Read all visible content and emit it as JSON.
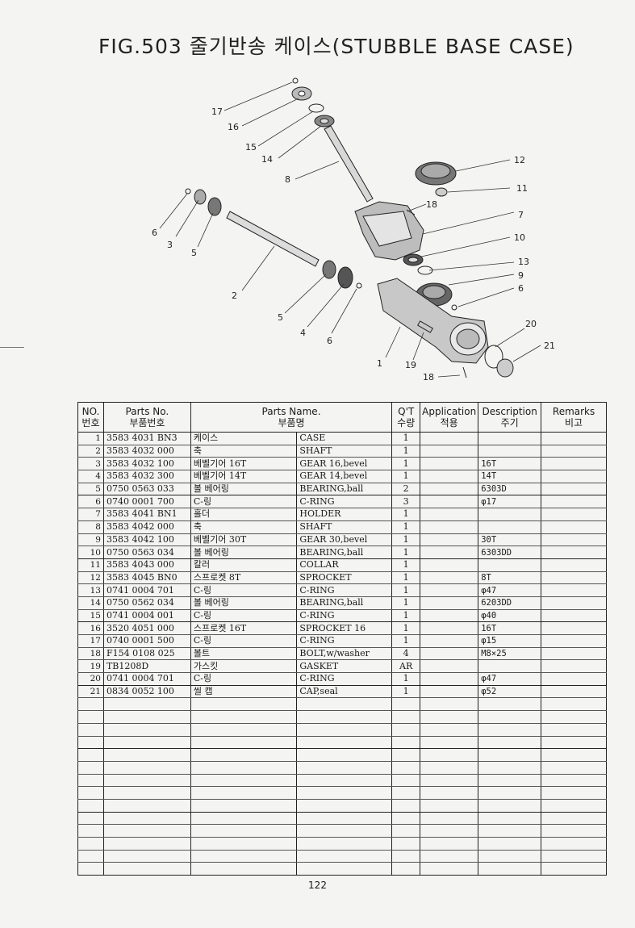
{
  "title": "FIG.503 줄기반송 케이스(STUBBLE BASE CASE)",
  "diagram": {
    "callouts": [
      "17",
      "16",
      "15",
      "14",
      "8",
      "12",
      "11",
      "18",
      "7",
      "10",
      "13",
      "9",
      "6",
      "20",
      "21",
      "1",
      "19",
      "18",
      "6",
      "3",
      "5",
      "2",
      "5",
      "4",
      "6"
    ]
  },
  "table": {
    "headers": {
      "no": [
        "NO.",
        "번호"
      ],
      "parts_no": [
        "Parts No.",
        "부품번호"
      ],
      "parts_name": [
        "Parts Name.",
        "부품명"
      ],
      "qty": [
        "Q'T",
        "수량"
      ],
      "application": [
        "Application",
        "적용"
      ],
      "description": [
        "Description",
        "주기"
      ],
      "remarks": [
        "Remarks",
        "비고"
      ]
    },
    "rows": [
      {
        "no": "1",
        "part_no": "3583 4031 BN3",
        "name_kr": "케이스",
        "name_en": "CASE",
        "qty": "1",
        "desc": ""
      },
      {
        "no": "2",
        "part_no": "3583 4032 000",
        "name_kr": "축",
        "name_en": "SHAFT",
        "qty": "1",
        "desc": ""
      },
      {
        "no": "3",
        "part_no": "3583 4032 100",
        "name_kr": "베벨기어 16T",
        "name_en": "GEAR 16,bevel",
        "qty": "1",
        "desc": "16T"
      },
      {
        "no": "4",
        "part_no": "3583 4032 300",
        "name_kr": "베벨기어 14T",
        "name_en": "GEAR 14,bevel",
        "qty": "1",
        "desc": "14T"
      },
      {
        "no": "5",
        "part_no": "0750 0563 033",
        "name_kr": "볼 베어링",
        "name_en": "BEARING,ball",
        "qty": "2",
        "desc": "6303D"
      },
      {
        "no": "6",
        "part_no": "0740 0001 700",
        "name_kr": "C-링",
        "name_en": "C-RING",
        "qty": "3",
        "desc": "φ17"
      },
      {
        "no": "7",
        "part_no": "3583 4041 BN1",
        "name_kr": "홀더",
        "name_en": "HOLDER",
        "qty": "1",
        "desc": ""
      },
      {
        "no": "8",
        "part_no": "3583 4042 000",
        "name_kr": "축",
        "name_en": "SHAFT",
        "qty": "1",
        "desc": ""
      },
      {
        "no": "9",
        "part_no": "3583 4042 100",
        "name_kr": "베벨기어 30T",
        "name_en": "GEAR 30,bevel",
        "qty": "1",
        "desc": "30T"
      },
      {
        "no": "10",
        "part_no": "0750 0563 034",
        "name_kr": "볼 베어링",
        "name_en": "BEARING,ball",
        "qty": "1",
        "desc": "6303DD"
      },
      {
        "no": "11",
        "part_no": "3583 4043 000",
        "name_kr": "칼러",
        "name_en": "COLLAR",
        "qty": "1",
        "desc": ""
      },
      {
        "no": "12",
        "part_no": "3583 4045 BN0",
        "name_kr": "스프로켓 8T",
        "name_en": "SPROCKET",
        "qty": "1",
        "desc": "8T"
      },
      {
        "no": "13",
        "part_no": "0741 0004 701",
        "name_kr": "C-링",
        "name_en": "C-RING",
        "qty": "1",
        "desc": "φ47"
      },
      {
        "no": "14",
        "part_no": "0750 0562 034",
        "name_kr": "볼 베어링",
        "name_en": "BEARING,ball",
        "qty": "1",
        "desc": "6203DD"
      },
      {
        "no": "15",
        "part_no": "0741 0004 001",
        "name_kr": "C-링",
        "name_en": "C-RING",
        "qty": "1",
        "desc": "φ40"
      },
      {
        "no": "16",
        "part_no": "3520 4051 000",
        "name_kr": "스프로켓 16T",
        "name_en": "SPROCKET 16",
        "qty": "1",
        "desc": "16T"
      },
      {
        "no": "17",
        "part_no": "0740 0001 500",
        "name_kr": "C-링",
        "name_en": "C-RING",
        "qty": "1",
        "desc": "φ15"
      },
      {
        "no": "18",
        "part_no": "F154 0108 025",
        "name_kr": "볼트",
        "name_en": "BOLT,w/washer",
        "qty": "4",
        "desc": "M8×25"
      },
      {
        "no": "19",
        "part_no": "TB1208D",
        "name_kr": "가스킷",
        "name_en": "GASKET",
        "qty": "AR",
        "desc": ""
      },
      {
        "no": "20",
        "part_no": "0741 0004 701",
        "name_kr": "C-링",
        "name_en": "C-RING",
        "qty": "1",
        "desc": "φ47"
      },
      {
        "no": "21",
        "part_no": "0834 0052 100",
        "name_kr": "씰 캡",
        "name_en": "CAP,seal",
        "qty": "1",
        "desc": "φ52"
      }
    ]
  },
  "page_number": "122"
}
